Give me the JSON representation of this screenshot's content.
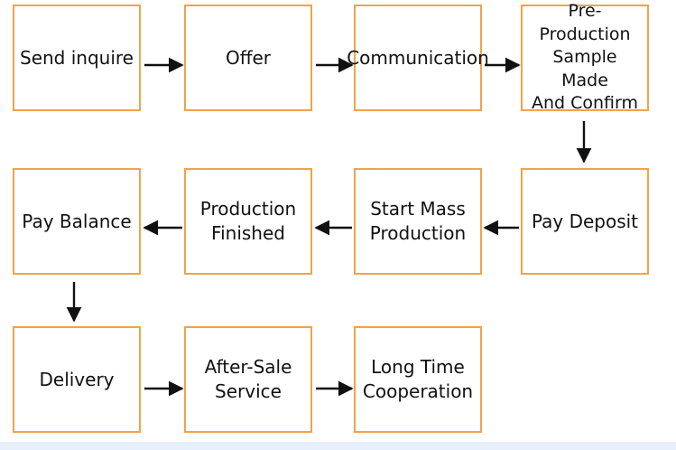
{
  "diagram": {
    "steps": [
      {
        "id": "send_inquire",
        "label": "Send inquire"
      },
      {
        "id": "offer",
        "label": "Offer"
      },
      {
        "id": "communication",
        "label": "Communication"
      },
      {
        "id": "pre_production",
        "label": "Pre-Production\nSample Made\nAnd Confirm"
      },
      {
        "id": "pay_balance",
        "label": "Pay Balance"
      },
      {
        "id": "production_finished",
        "label": "Production\nFinished"
      },
      {
        "id": "start_mass_production",
        "label": "Start Mass\nProduction"
      },
      {
        "id": "pay_deposit",
        "label": "Pay Deposit"
      },
      {
        "id": "delivery",
        "label": "Delivery"
      },
      {
        "id": "after_sale_service",
        "label": "After-Sale\nService"
      },
      {
        "id": "long_time_cooperation",
        "label": "Long Time\nCooperation"
      }
    ],
    "colors": {
      "box_border": "#f2a24a",
      "text": "#111111",
      "arrow": "#111111",
      "footer_strip": "#e7eefc"
    }
  }
}
